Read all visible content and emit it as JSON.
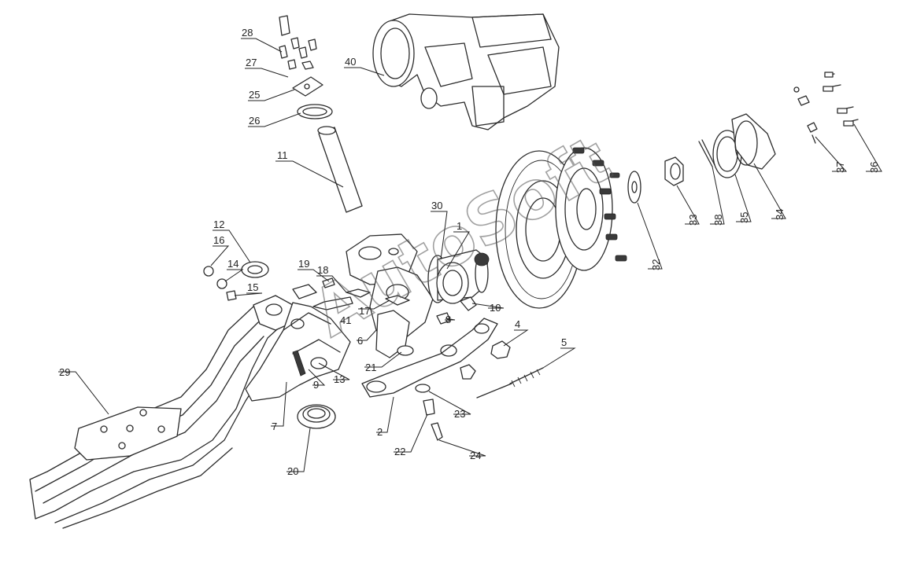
{
  "watermark": "AutoSoft",
  "callouts": [
    {
      "id": "c28",
      "label": "28"
    },
    {
      "id": "c27",
      "label": "27"
    },
    {
      "id": "c25",
      "label": "25"
    },
    {
      "id": "c26",
      "label": "26"
    },
    {
      "id": "c11",
      "label": "11"
    },
    {
      "id": "c40",
      "label": "40"
    },
    {
      "id": "c30",
      "label": "30"
    },
    {
      "id": "c1",
      "label": "1"
    },
    {
      "id": "c12",
      "label": "12"
    },
    {
      "id": "c16",
      "label": "16"
    },
    {
      "id": "c14",
      "label": "14"
    },
    {
      "id": "c15",
      "label": "15"
    },
    {
      "id": "c19",
      "label": "19"
    },
    {
      "id": "c18",
      "label": "18"
    },
    {
      "id": "c41",
      "label": "41"
    },
    {
      "id": "c17",
      "label": "17"
    },
    {
      "id": "c10",
      "label": "10"
    },
    {
      "id": "c8",
      "label": "8"
    },
    {
      "id": "c6",
      "label": "6"
    },
    {
      "id": "c4",
      "label": "4"
    },
    {
      "id": "c5",
      "label": "5"
    },
    {
      "id": "c21",
      "label": "21"
    },
    {
      "id": "c13",
      "label": "13"
    },
    {
      "id": "c9",
      "label": "9"
    },
    {
      "id": "c29",
      "label": "29"
    },
    {
      "id": "c7",
      "label": "7"
    },
    {
      "id": "c2",
      "label": "2"
    },
    {
      "id": "c23",
      "label": "23"
    },
    {
      "id": "c22",
      "label": "22"
    },
    {
      "id": "c24",
      "label": "24"
    },
    {
      "id": "c20",
      "label": "20"
    },
    {
      "id": "c32",
      "label": "32"
    },
    {
      "id": "c33",
      "label": "33"
    },
    {
      "id": "c38",
      "label": "38"
    },
    {
      "id": "c35",
      "label": "35"
    },
    {
      "id": "c34",
      "label": "34"
    },
    {
      "id": "c37",
      "label": "37"
    },
    {
      "id": "c36",
      "label": "36"
    }
  ]
}
